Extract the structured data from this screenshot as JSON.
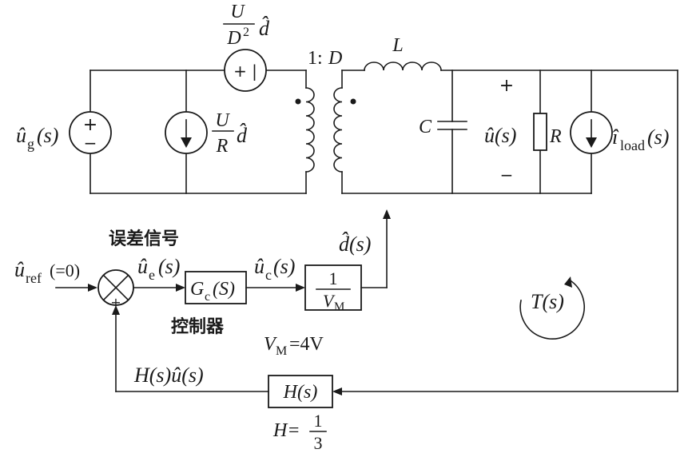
{
  "labels": {
    "ug_source": "û",
    "ug_sub": "g",
    "ug_arg": "(s)",
    "src_plus": "+",
    "src_minus": "−",
    "cs_num": "U",
    "cs_den": "R",
    "cs_var": "d̂",
    "vs_num": "U",
    "vs_den": "D",
    "vs_den_exp": "2",
    "vs_var": "d̂",
    "vs_polarity": "+ |",
    "ratio": "1:",
    "ratio_D": "D",
    "inductor": "L",
    "capacitor": "C",
    "out_plus": "+",
    "out_minus": "−",
    "u_out": "û(s)",
    "resistor": "R",
    "i_load": "î",
    "i_load_sub": "load",
    "i_load_arg": "(s)",
    "error_signal_zh": "误差信号",
    "u_ref": "û",
    "u_ref_sub": "ref",
    "u_ref_arg": "(=0)",
    "u_e": "û",
    "u_e_sub": "e",
    "u_e_arg": "(s)",
    "gc_G": "G",
    "gc_sub": "c",
    "gc_arg": "(S)",
    "controller_zh": "控制器",
    "u_c": "û",
    "u_c_sub": "c",
    "u_c_arg": "(s)",
    "pwm_num": "1",
    "pwm_den": "V",
    "pwm_den_sub": "M",
    "d_hat_s": "d̂(s)",
    "vm_V": "V",
    "vm_sub": "M",
    "vm_value": "=4V",
    "loop_gain": "T(s)",
    "feedback_signal": "H(s)û(s)",
    "h_block": "H(s)",
    "h_eq": "H=",
    "h_num": "1",
    "h_den": "3",
    "sum_plus": "+"
  }
}
